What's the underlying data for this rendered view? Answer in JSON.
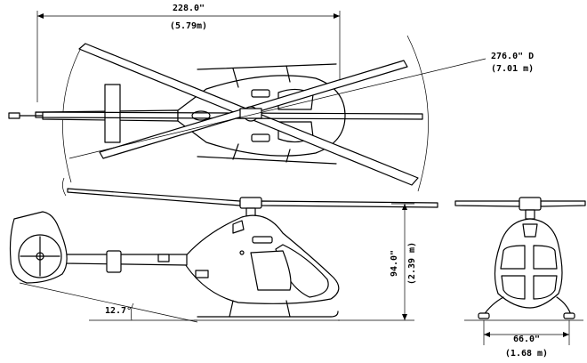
{
  "dimensions": {
    "length": {
      "imperial": "228.0\"",
      "metric": "(5.79m)"
    },
    "rotor_diameter": {
      "imperial": "276.0\" D",
      "metric": "(7.01 m)"
    },
    "height": {
      "imperial": "94.0\"",
      "metric": "(2.39 m)"
    },
    "tail_angle": {
      "value": "12.7°"
    },
    "skid_width": {
      "imperial": "66.0\"",
      "metric": "(1.68 m)"
    }
  },
  "colors": {
    "line": "#000000",
    "background": "#ffffff"
  }
}
